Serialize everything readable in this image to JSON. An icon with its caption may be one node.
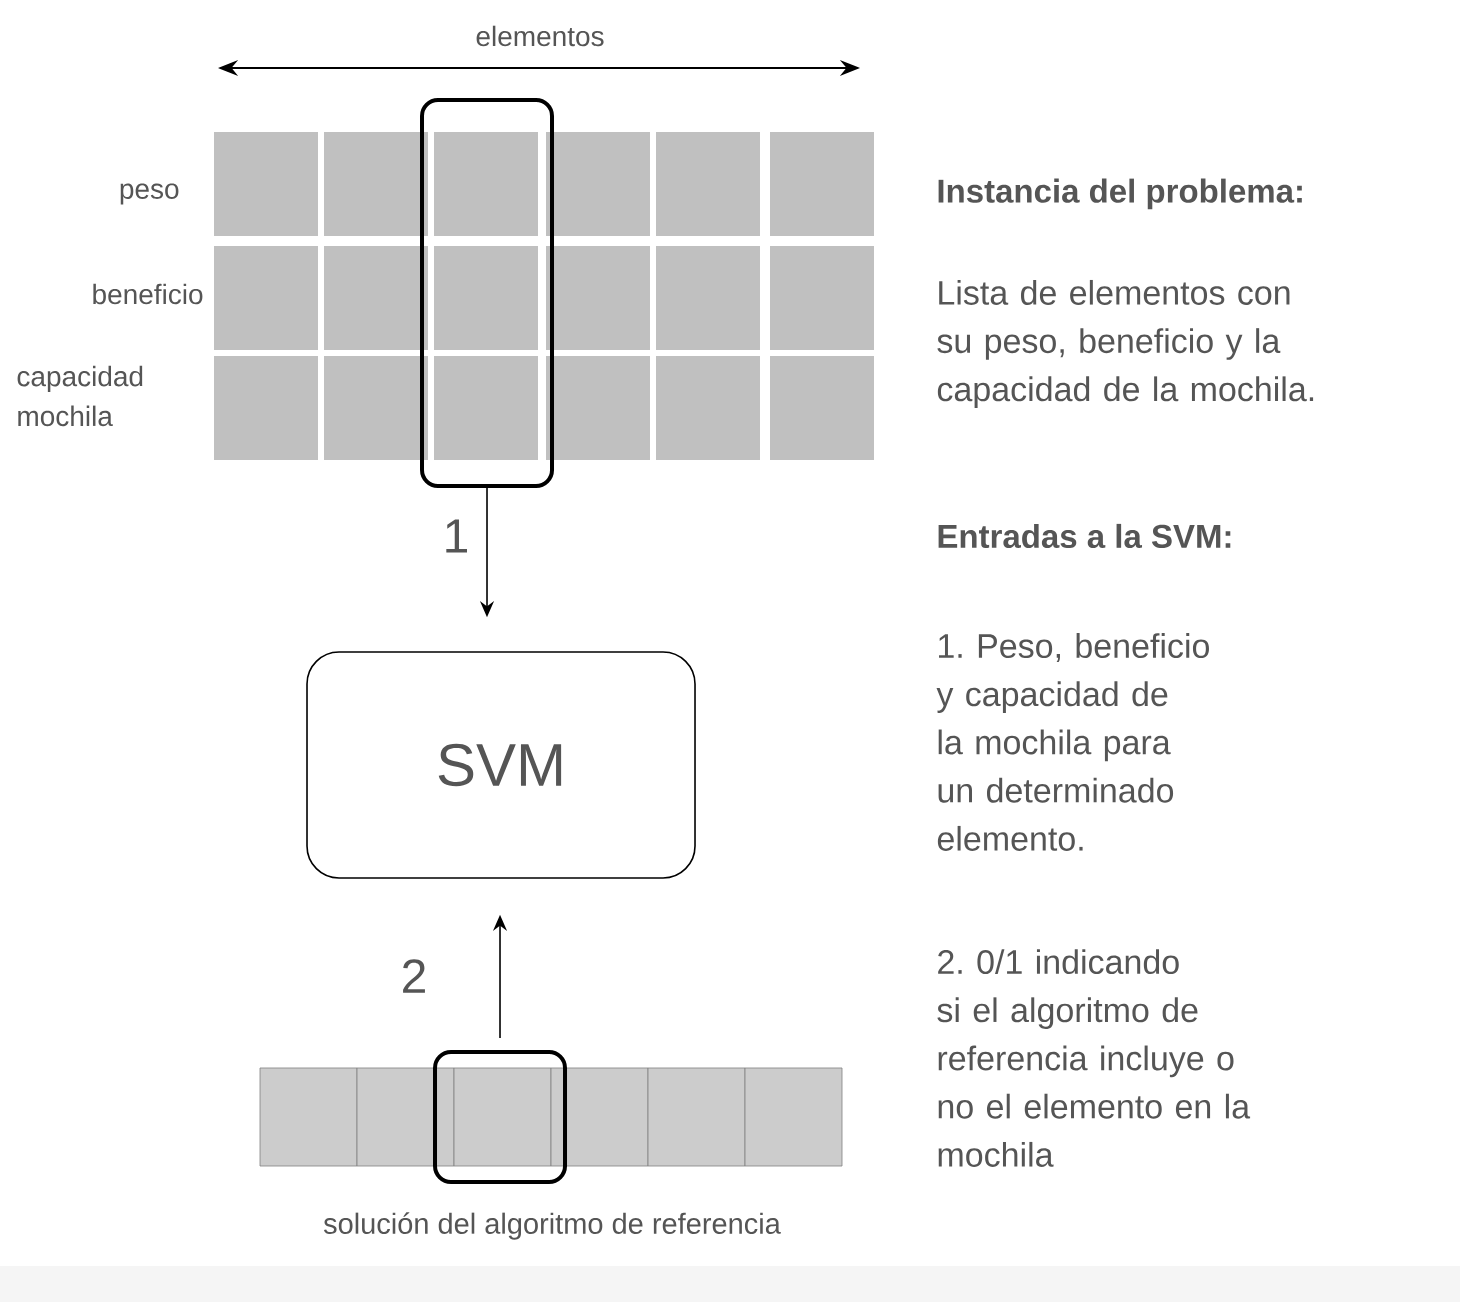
{
  "diagram": {
    "nodes": [
      {
        "text": [],
        "shape": "box"
      },
      {
        "text": [
          "SVM"
        ]
      },
      {
        "text": [],
        "shape": "box"
      }
    ],
    "edges": [
      {
        "from": 0,
        "to": 1,
        "arrow": "to",
        "label": "1"
      },
      {
        "from": 2,
        "to": 1,
        "arrow": "to",
        "label": "2"
      }
    ],
    "labels": [
      "elementos",
      "peso",
      "beneficio",
      "capacidad mochila",
      "solución del algoritmo de referencia",
      "Instancia del problema:",
      "Lista de elementos con su peso, beneficio y la capacidad de la mochila.",
      "Entradas a la SVM:",
      "1. Peso, beneficio y capacidad de la mochila para un determinado elemento.",
      "2. 0/1 indicando si el algoritmo de referencia incluye o no el elemento en la mochila"
    ]
  }
}
